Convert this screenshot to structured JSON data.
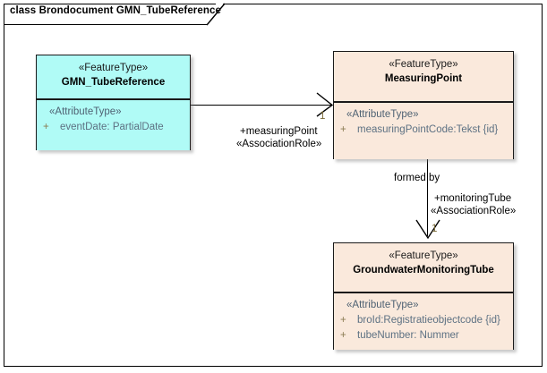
{
  "diagram": {
    "tab_title": "class Brondocument GMN_TubeReference",
    "background_color": "#ffffff",
    "border_color": "#000000"
  },
  "classes": [
    {
      "id": "gmn-tube-reference",
      "stereotype": "«FeatureType»",
      "name": "GMN_TubeReference",
      "fill_color": "#b0fbf6",
      "attribute_stereotype": "«AttributeType»",
      "attributes": [
        {
          "visibility": "+",
          "text": "eventDate: PartialDate"
        }
      ]
    },
    {
      "id": "measuring-point",
      "stereotype": "«FeatureType»",
      "name": "MeasuringPoint",
      "fill_color": "#fae9dc",
      "attribute_stereotype": "«AttributeType»",
      "attributes": [
        {
          "visibility": "+",
          "text": "measuringPointCode:Tekst {id}"
        }
      ]
    },
    {
      "id": "groundwater-monitoring-tube",
      "stereotype": "«FeatureType»",
      "name": "GroundwaterMonitoringTube",
      "fill_color": "#fae9dc",
      "attribute_stereotype": "«AttributeType»",
      "attributes": [
        {
          "visibility": "+",
          "text": "broId:Registratieobjectcode {id}"
        },
        {
          "visibility": "+",
          "text": "tubeNumber: Nummer"
        }
      ]
    }
  ],
  "associations": [
    {
      "id": "tube-reference-to-measuring-point",
      "role": "+measuringPoint",
      "stereotype": "«AssociationRole»",
      "multiplicity": "1",
      "name": ""
    },
    {
      "id": "measuring-point-to-monitoring-tube",
      "name": "formed by",
      "role": "+monitoringTube",
      "stereotype": "«AssociationRole»",
      "multiplicity": "1"
    }
  ]
}
